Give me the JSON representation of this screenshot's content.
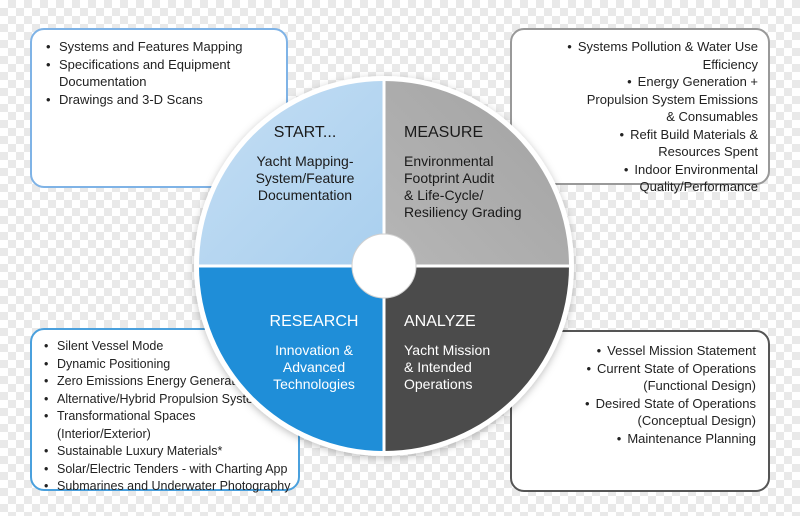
{
  "colors": {
    "start": "#a9cfee",
    "measure": "#b6b6b6",
    "research": "#1f8ed8",
    "analyze": "#4b4b4b"
  },
  "quadrants": {
    "start": {
      "title": "START...",
      "lines": [
        "Yacht Mapping-",
        "System/Feature",
        "Documentation"
      ]
    },
    "measure": {
      "title": "MEASURE",
      "lines": [
        "Environmental",
        "Footprint Audit",
        "& Life-Cycle/",
        "Resiliency Grading"
      ]
    },
    "research": {
      "title": "RESEARCH",
      "lines": [
        "Innovation &",
        "Advanced",
        "Technologies"
      ]
    },
    "analyze": {
      "title": "ANALYZE",
      "lines": [
        "Yacht Mission",
        "& Intended",
        "Operations"
      ]
    }
  },
  "boxes": {
    "top_left": [
      "Systems and Features Mapping",
      "Specifications and Equipment",
      "Documentation",
      "Drawings and 3-D Scans"
    ],
    "top_right": [
      "Systems Pollution & Water Use Efficiency",
      "Energy Generation +",
      "Propulsion System Emissions",
      "& Consumables",
      "Refit Build Materials &",
      "Resources Spent",
      "Indoor Environmental",
      "Quality/Performance"
    ],
    "bottom_left": [
      "Silent Vessel Mode",
      "Dynamic Positioning",
      "Zero Emissions Energy Generation",
      "Alternative/Hybrid Propulsion System",
      "Transformational Spaces (Interior/Exterior)",
      "Sustainable Luxury Materials*",
      "Solar/Electric Tenders - with Charting App",
      "Submarines and Underwater Photography"
    ],
    "bottom_right": [
      "Vessel Mission Statement",
      "Current State of Operations",
      "(Functional Design)",
      "Desired State of Operations",
      "(Conceptual Design)",
      "Maintenance Planning"
    ]
  }
}
